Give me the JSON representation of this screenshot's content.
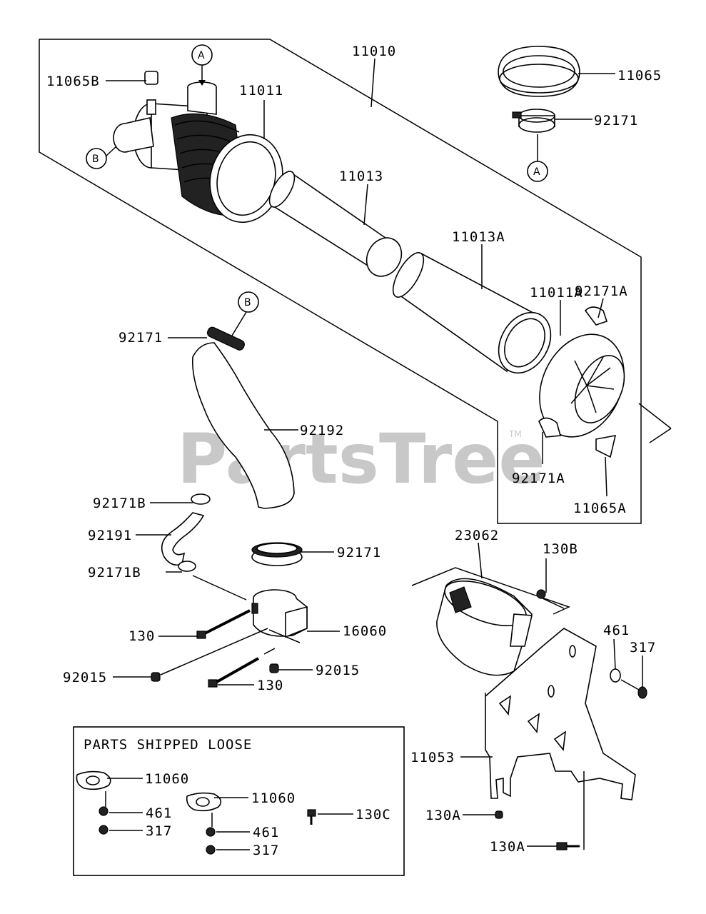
{
  "watermark": {
    "text": "PartsTree",
    "tm": "TM"
  },
  "loose_box": {
    "title": "PARTS SHIPPED LOOSE"
  },
  "bubbles": {
    "a": "A",
    "b": "B"
  },
  "labels": {
    "p11010": "11010",
    "p11065B": "11065B",
    "p11011": "11011",
    "p11065": "11065",
    "p92171_top": "92171",
    "p11013": "11013",
    "p11013A": "11013A",
    "p92171A_top": "92171A",
    "p11011A": "11011A",
    "p92171_b": "92171",
    "p92192": "92192",
    "p92171A_bot": "92171A",
    "p11065A": "11065A",
    "p92171B_top": "92171B",
    "p92191": "92191",
    "p92171_mid": "92171",
    "p92171B_bot": "92171B",
    "p23062": "23062",
    "p130B": "130B",
    "p130_left": "130",
    "p16060": "16060",
    "p461_right": "461",
    "p317_right": "317",
    "p92015_left": "92015",
    "p92015_right": "92015",
    "p130_bot": "130",
    "p11053": "11053",
    "p130A_top": "130A",
    "p130A_bot": "130A",
    "p11060_a": "11060",
    "p461_a": "461",
    "p317_a": "317",
    "p11060_b": "11060",
    "p461_b": "461",
    "p317_b": "317",
    "p130C": "130C"
  }
}
